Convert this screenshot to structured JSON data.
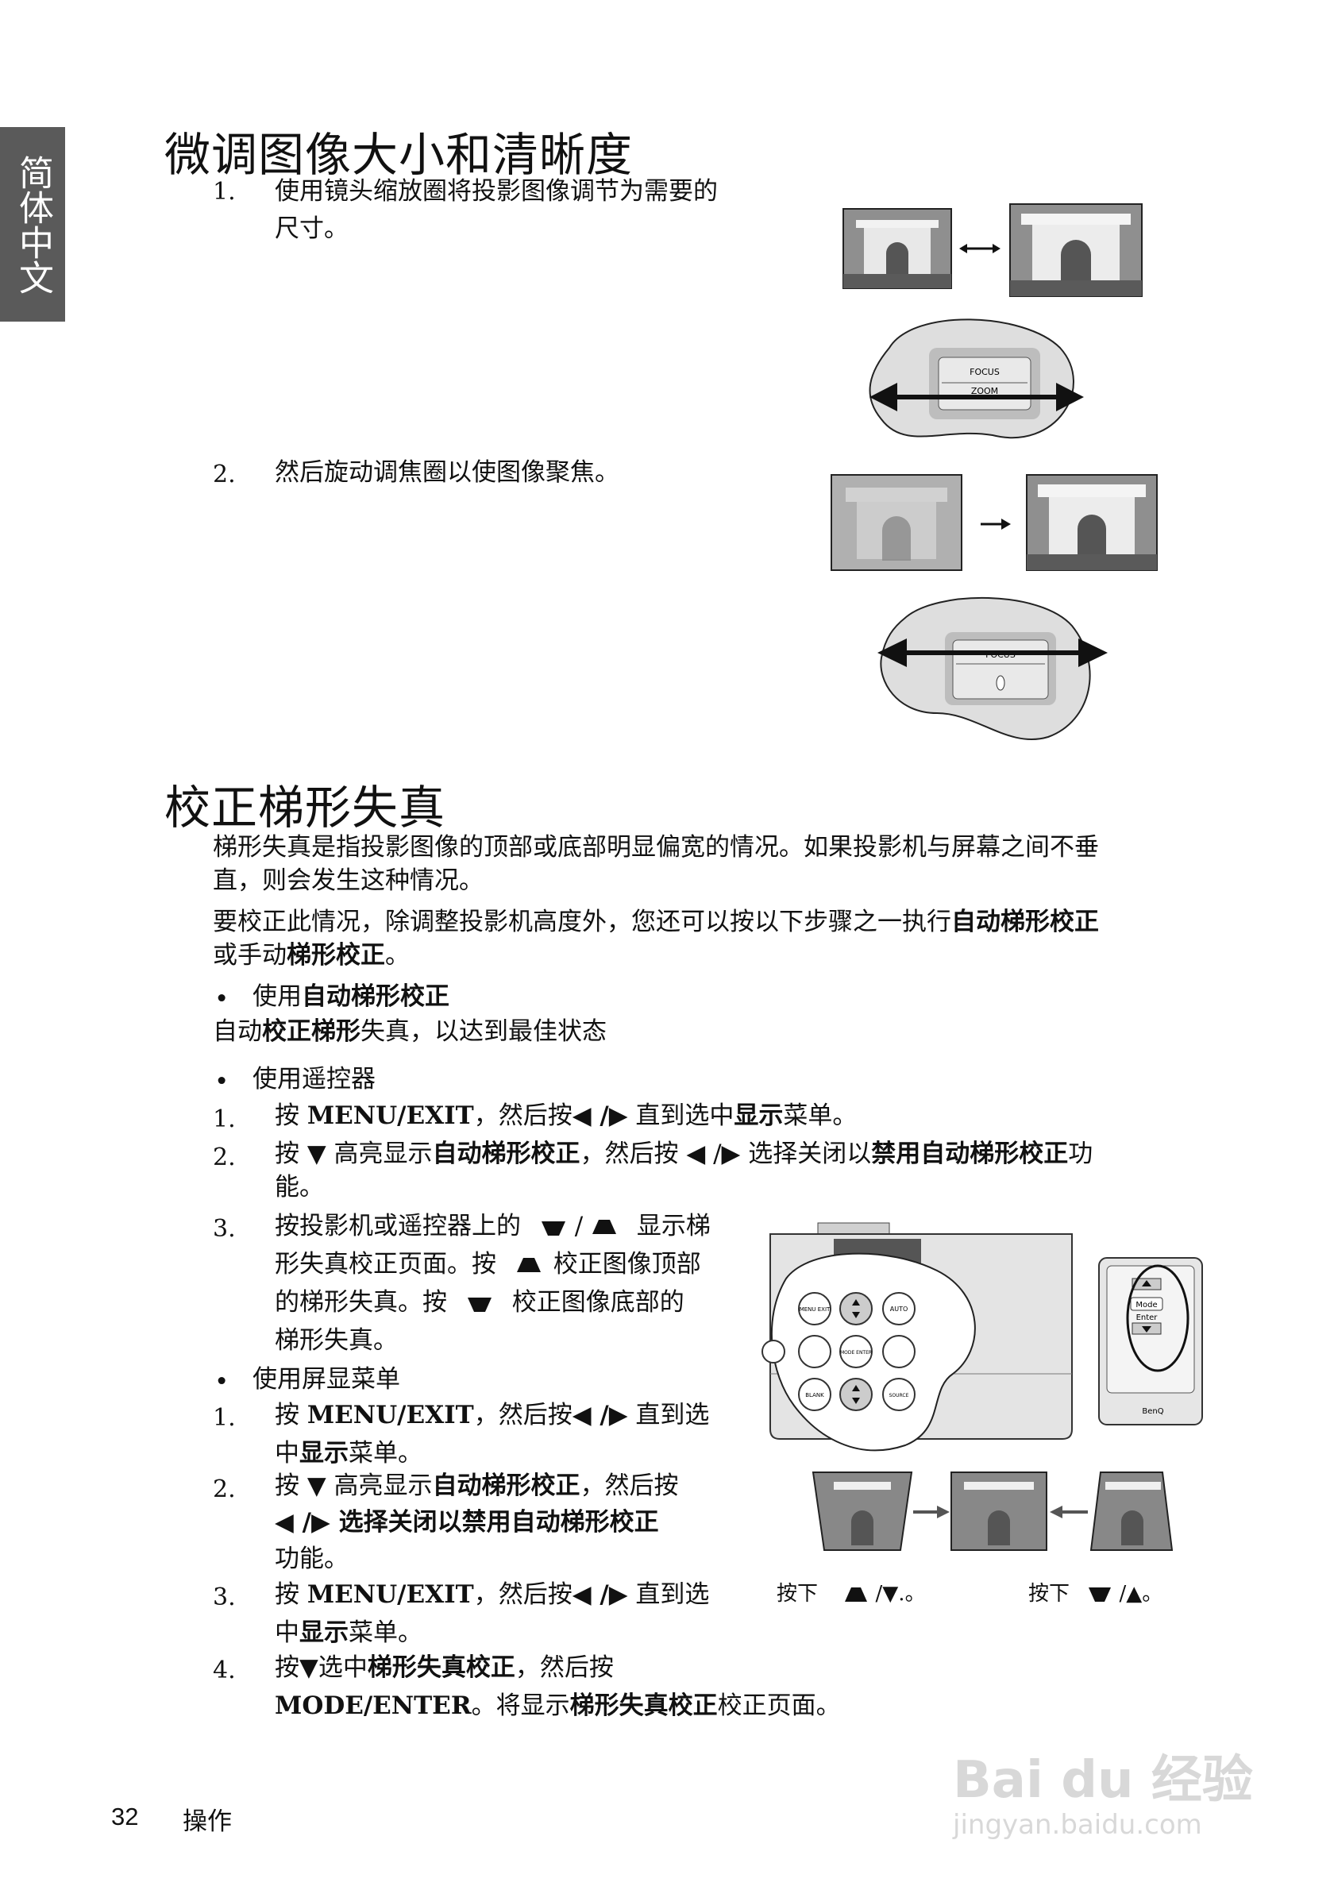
{
  "side_tab": "简体中文",
  "section1": {
    "title": "微调图像大小和清晰度",
    "step1_num": "1.",
    "step1_line1": "使用镜头缩放圈将投影图像调节为需要的",
    "step1_line2": "尺寸。",
    "step2_num": "2.",
    "step2_text": "然后旋动调焦圈以使图像聚焦。",
    "dial1_focus": "FOCUS",
    "dial1_zoom": "ZOOM",
    "dial2_focus": "FOCUS"
  },
  "section2": {
    "title": "校正梯形失真",
    "para1_line1": "梯形失真是指投影图像的顶部或底部明显偏宽的情况。如果投影机与屏幕之间不垂",
    "para1_line2": "直，则会发生这种情况。",
    "para2_line1a": "要校正此情况，除调整投影机高度外，您还可以按以下步骤之一执行",
    "para2_line1b": "自动梯形校正",
    "para2_line2a": "或手动",
    "para2_line2b": "梯形校正",
    "para2_line2c": "。",
    "bullet1_a": "使用",
    "bullet1_b": "自动梯形校正",
    "bullet1_sub_a": "自动",
    "bullet1_sub_b": "校正梯形",
    "bullet1_sub_c": "失真，以达到最佳状态",
    "bullet2": "使用遥控器",
    "r1_num": "1.",
    "r1_a": "按 ",
    "r1_b": "MENU/EXIT",
    "r1_c": "，然后按",
    "r1_d": "◀ /▶",
    "r1_e": " 直到选中",
    "r1_f": "显示",
    "r1_g": "菜单。",
    "r2_num": "2.",
    "r2_a": "按 ▼ 高亮显示",
    "r2_b": "自动梯形校正",
    "r2_c": "，然后按 ◀ /▶ 选择关闭以",
    "r2_d": "禁用自动梯形校正",
    "r2_e": "功",
    "r2_line2": "能。",
    "r3_num": "3.",
    "r3_l1a": "按投影机或遥控器上的",
    "r3_l1b": "显示梯",
    "r3_l2a": "形失真校正页面。按",
    "r3_l2b": "校正图像顶部",
    "r3_l3a": "的梯形失真。按",
    "r3_l3b": "校正图像底部的",
    "r3_l4": "梯形失真。",
    "slash": "/",
    "bullet3": "使用屏显菜单",
    "o1_num": "1.",
    "o1_a": "按 ",
    "o1_b": "MENU/EXIT",
    "o1_c": "，然后按",
    "o1_d": "◀ /▶",
    "o1_e": " 直到选",
    "o1_l2a": "中",
    "o1_l2b": "显示",
    "o1_l2c": "菜单。",
    "o2_num": "2.",
    "o2_a": "按 ▼ 高亮显示",
    "o2_b": "自动梯形校正",
    "o2_c": "，然后按",
    "o2_l2a": "◀ /▶ 选择关闭以",
    "o2_l2b": "禁用自动梯形校正",
    "o2_l3": "功能。",
    "o3_num": "3.",
    "o3_a": "按 ",
    "o3_b": "MENU/EXIT",
    "o3_c": "，然后按",
    "o3_d": "◀ /▶",
    "o3_e": " 直到选",
    "o3_l2a": "中",
    "o3_l2b": "显示",
    "o3_l2c": "菜单。",
    "o4_num": "4.",
    "o4_a": "按▼选中",
    "o4_b": "梯形失真校正",
    "o4_c": "，然后按",
    "o4_l2a": "MODE/ENTER",
    "o4_l2b": "。将显示",
    "o4_l2c": "梯形失真校正",
    "o4_l2d": "校正页面。",
    "caption_left_a": "按下",
    "caption_left_b": "/▼.。",
    "caption_right_a": "按下",
    "caption_right_b": "/▲。",
    "remote_mode": "Mode",
    "remote_enter": "Enter",
    "remote_brand": "BenQ",
    "panel_menu": "MENU EXIT",
    "panel_auto": "AUTO",
    "panel_mode": "MODE ENTER",
    "panel_blank": "BLANK",
    "panel_source": "SOURCE"
  },
  "footer": {
    "page_number": "32",
    "section": "操作"
  },
  "watermark": {
    "brand": "Bai du 经验",
    "url": "jingyan.baidu.com"
  }
}
